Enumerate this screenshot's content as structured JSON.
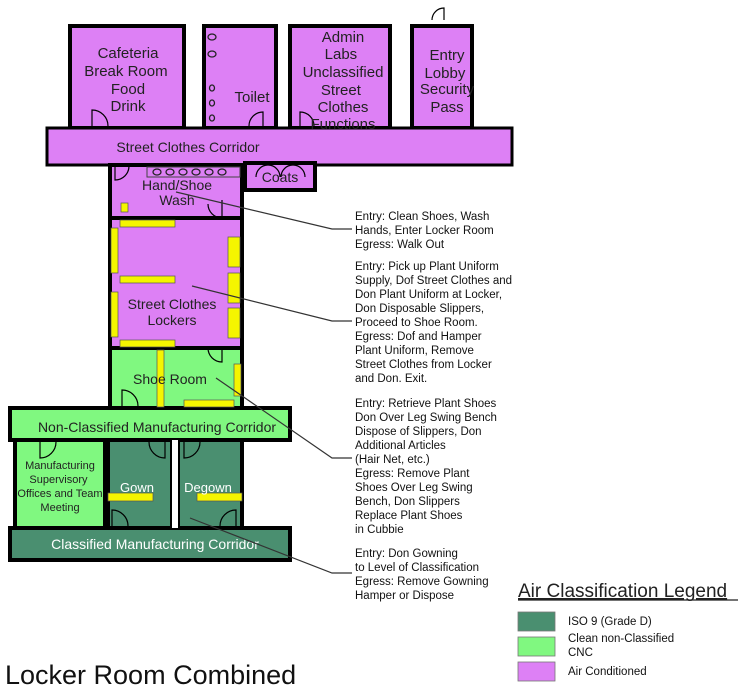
{
  "title": "Locker Room Combined",
  "colors": {
    "air_conditioned": "#dd80f5",
    "cnc": "#80f880",
    "iso9": "#4a8f70",
    "bench": "#f5f500"
  },
  "rooms": {
    "cafeteria": [
      "Cafeteria",
      "Break Room",
      "Food",
      "Drink"
    ],
    "toilet": "Toilet",
    "admin": [
      "Admin",
      "Labs",
      "Unclassified",
      "Street",
      "Clothes",
      "Functions"
    ],
    "entry_lobby": [
      "Entry",
      "Lobby",
      "Security",
      "Pass"
    ],
    "street_corridor": "Street Clothes Corridor",
    "coats": "Coats",
    "hand_shoe_wash": [
      "Hand/Shoe",
      "Wash"
    ],
    "lockers": [
      "Street Clothes",
      "Lockers"
    ],
    "shoe_room": "Shoe Room",
    "noncl_corridor": "Non-Classified Manufacturing Corridor",
    "offices": [
      "Manufacturing",
      "Supervisory",
      "Offices and Team",
      "Meeting"
    ],
    "gown": "Gown",
    "degown": "Degown",
    "cl_corridor": "Classified Manufacturing Corridor"
  },
  "notes": [
    [
      "Entry: Clean Shoes, Wash",
      "Hands, Enter Locker Room",
      "Egress: Walk Out"
    ],
    [
      "Entry: Pick up Plant Uniform",
      "Supply, Dof Street Clothes and",
      "Don Plant Uniform at Locker,",
      "Don Disposable Slippers,",
      "Proceed to Shoe Room.",
      "Egress: Dof and Hamper",
      "Plant Uniform, Remove",
      "Street Clothes from Locker",
      "and Don. Exit."
    ],
    [
      "Entry: Retrieve Plant Shoes",
      "Don Over Leg Swing Bench",
      "Dispose of Slippers, Don",
      "Additional Articles",
      "(Hair Net, etc.)",
      "Egress: Remove Plant",
      "Shoes Over Leg Swing",
      "Bench, Don Slippers",
      "Replace Plant Shoes",
      "in Cubbie"
    ],
    [
      "Entry: Don Gowning",
      "to Level of Classification",
      "Egress: Remove Gowning",
      "Hamper or Dispose"
    ]
  ],
  "legend": {
    "title": "Air Classification Legend",
    "items": [
      {
        "label": [
          "ISO 9 (Grade D)"
        ],
        "color": "#4a8f70"
      },
      {
        "label": [
          "Clean non-Classified",
          "CNC"
        ],
        "color": "#80f880"
      },
      {
        "label": [
          "Air Conditioned"
        ],
        "color": "#dd80f5"
      }
    ]
  }
}
